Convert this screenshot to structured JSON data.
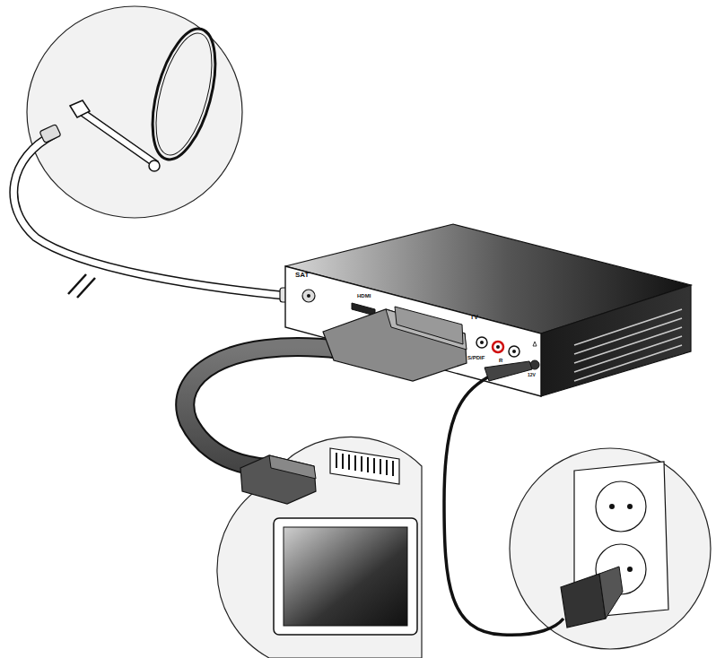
{
  "diagram": {
    "labels": [
      "SAT",
      "HDMI",
      "TV",
      "S/PDIF",
      "R",
      "12V"
    ]
  }
}
